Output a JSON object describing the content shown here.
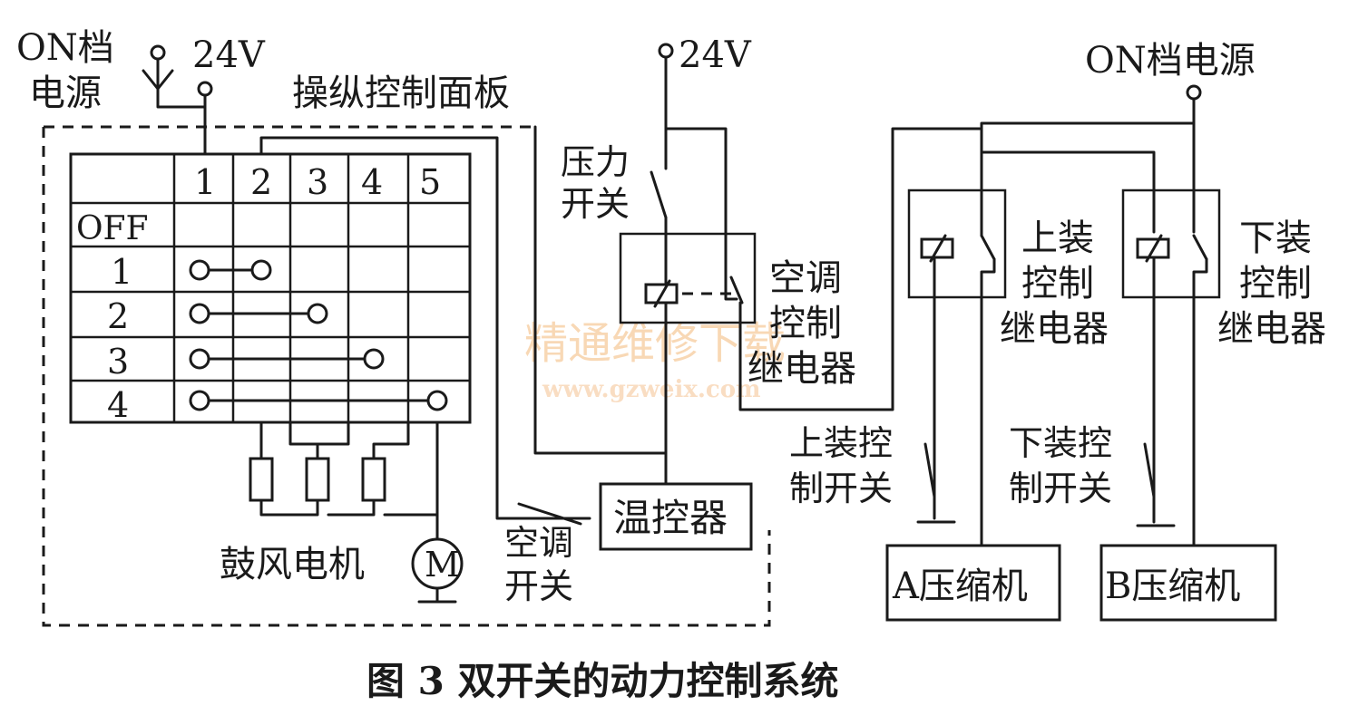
{
  "labels": {
    "on_power_left_line1": "ON档",
    "on_power_left_line2": "电源",
    "v24_left": "24V",
    "panel_title": "操纵控制面板",
    "v24_mid": "24V",
    "on_power_right": "ON档电源",
    "pressure_switch_line1": "压力",
    "pressure_switch_line2": "开关",
    "ac_relay_line1": "空调",
    "ac_relay_line2": "控制",
    "ac_relay_line3": "继电器",
    "upper_relay_line1": "上装",
    "upper_relay_line2": "控制",
    "upper_relay_line3": "继电器",
    "lower_relay_line1": "下装",
    "lower_relay_line2": "控制",
    "lower_relay_line3": "继电器",
    "upper_switch_line1": "上装控",
    "upper_switch_line2": "制开关",
    "lower_switch_line1": "下装控",
    "lower_switch_line2": "制开关",
    "thermostat": "温控器",
    "blower_motor": "鼓风电机",
    "motor_symbol": "M",
    "ac_switch_line1": "空调",
    "ac_switch_line2": "开关",
    "compressor_a": "A压缩机",
    "compressor_b": "B压缩机",
    "caption": "图 3   双开关的动力控制系统",
    "watermark_cn": "精通维修下载",
    "watermark_url": "www.gzweix.com"
  },
  "switch_table": {
    "columns": [
      "1",
      "2",
      "3",
      "4",
      "5"
    ],
    "rows": [
      "OFF",
      "1",
      "2",
      "3",
      "4"
    ]
  }
}
